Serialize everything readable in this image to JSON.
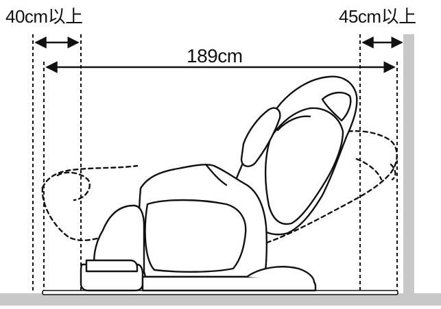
{
  "diagram": {
    "clearance_rear_label": "40cm以上",
    "clearance_front_label": "45cm以上",
    "total_length_label": "189cm"
  },
  "colors": {
    "line": "#111111",
    "wall": "#c8c8c8",
    "chair_fill": "#ffffff"
  },
  "icons": {
    "chair": "massage-chair-outline",
    "arrow": "double-arrow"
  }
}
